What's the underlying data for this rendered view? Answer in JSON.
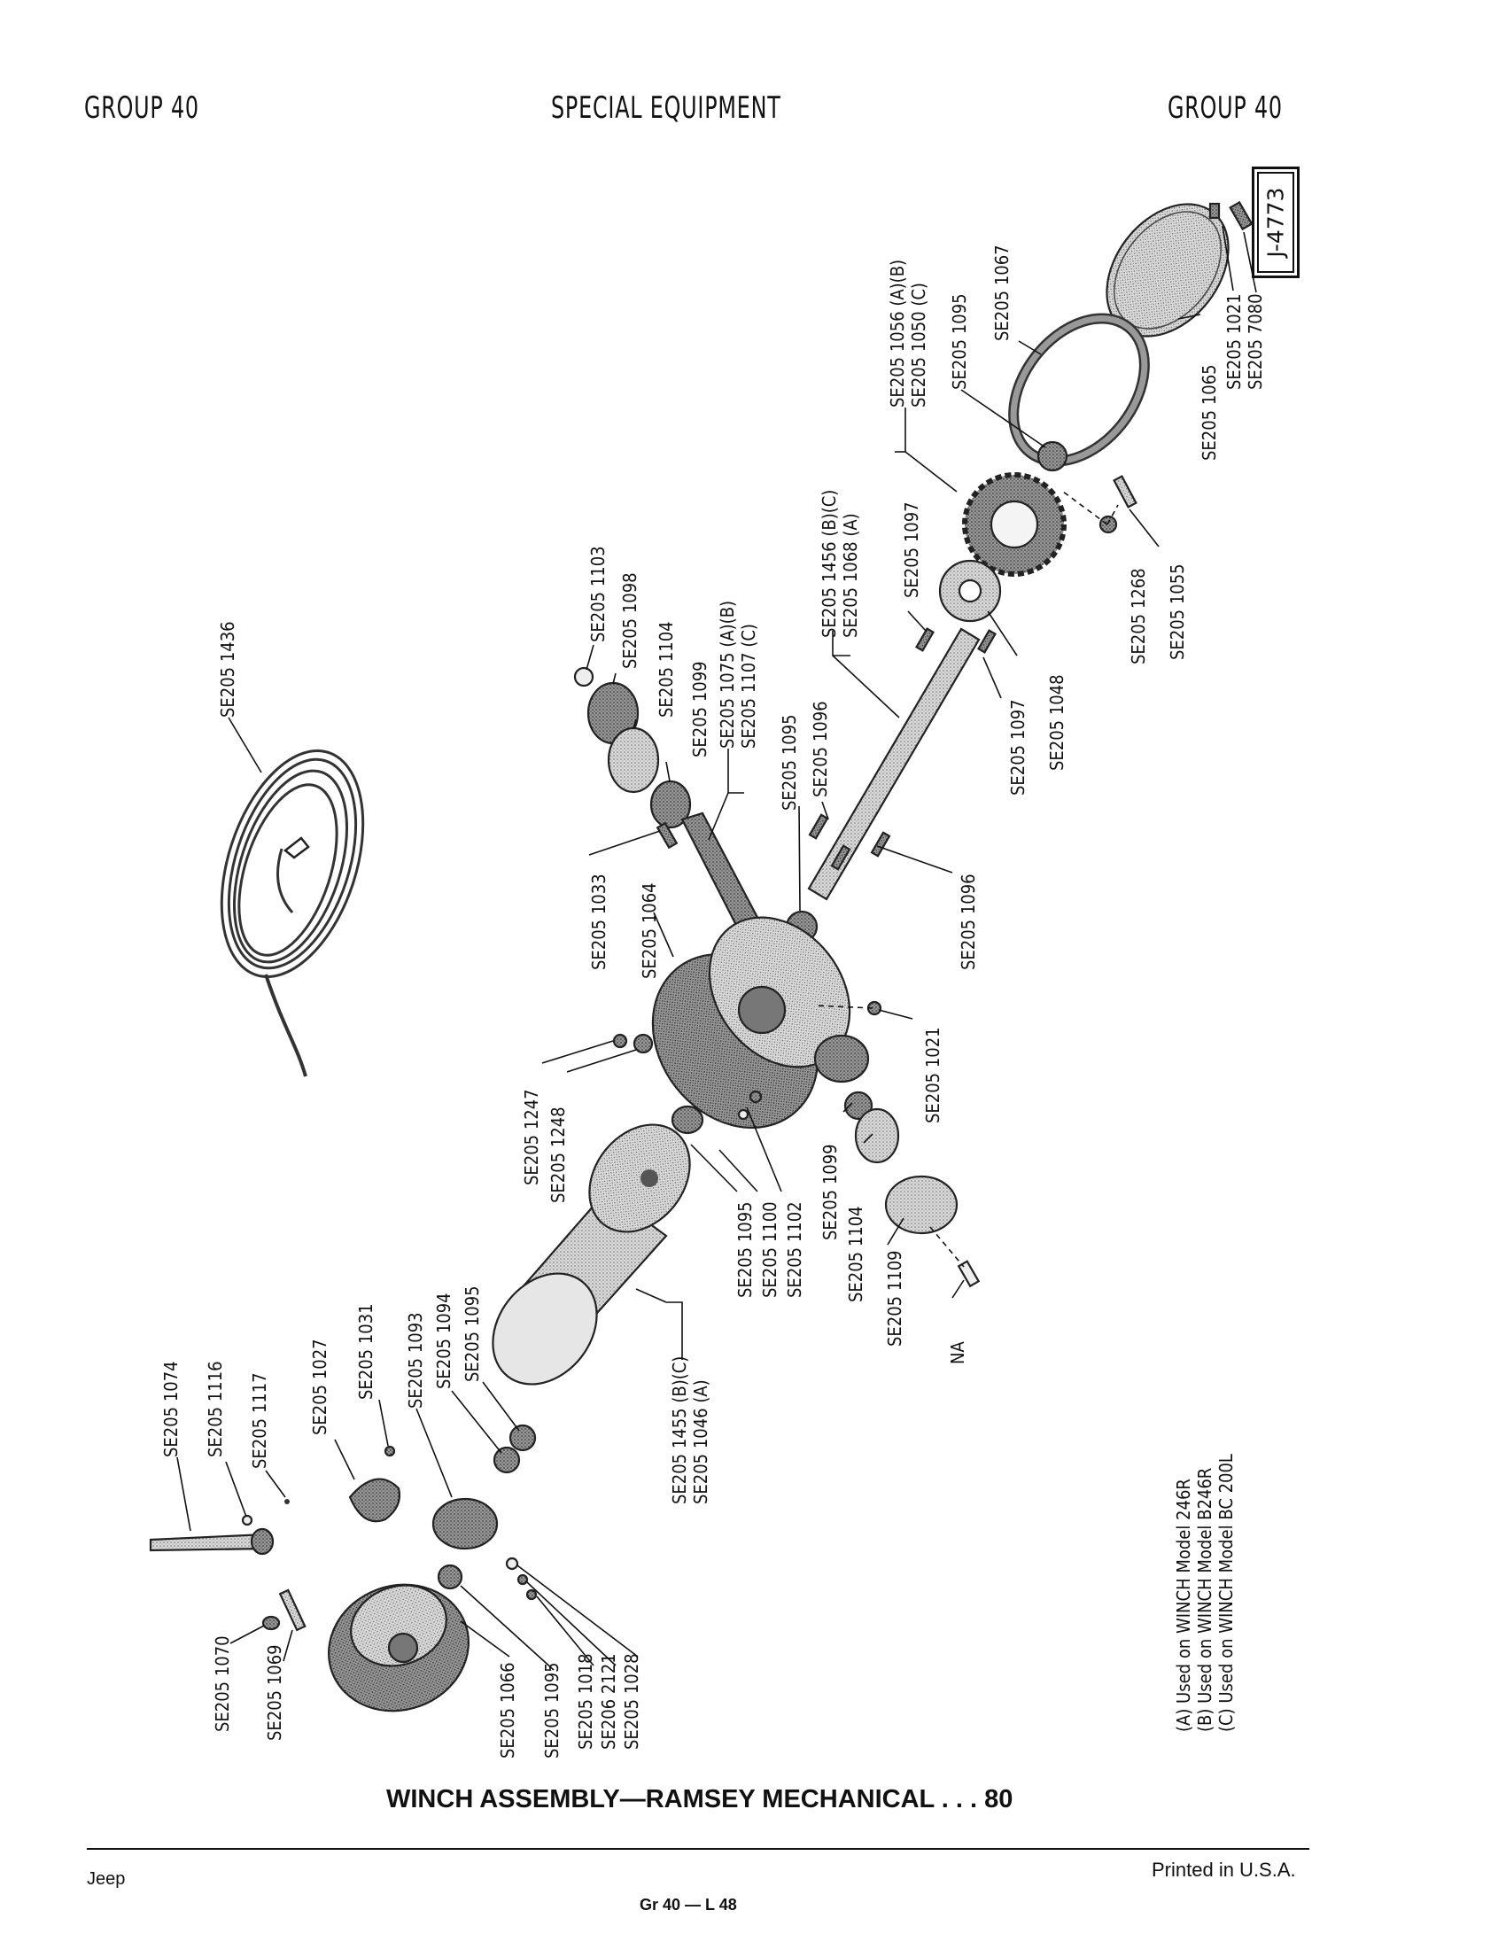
{
  "header": {
    "left": "GROUP 40",
    "center": "SPECIAL EQUIPMENT",
    "right": "GROUP 40"
  },
  "stamp": "J-4773",
  "parts": [
    "SE205 1056 (A)(B)",
    "SE205 1050 (C)",
    "SE205 1095",
    "SE205 1067",
    "SE205 1065",
    "SE205 1021",
    "SE205 7080",
    "SE205 1268",
    "SE205 1055",
    "SE205 1097",
    "SE205 1048",
    "SE205 1097",
    "SE205 1456 (B)(C)",
    "SE205 1068 (A)",
    "SE205 1103",
    "SE205 1098",
    "SE205 1104",
    "SE205 1099",
    "SE205 1075 (A)(B)",
    "SE205 1107 (C)",
    "SE205 1095",
    "SE205 1096",
    "SE205 1096",
    "SE205 1436",
    "SE205 1033",
    "SE205 1064",
    "SE205 1021",
    "SE205 1247",
    "SE205 1248",
    "SE205 1095",
    "SE205 1100",
    "SE205 1102",
    "SE205 1099",
    "SE205 1104",
    "SE205 1109",
    "NA",
    "SE205 1455 (B)(C)",
    "SE205 1046 (A)",
    "SE205 1074",
    "SE205 1116",
    "SE205 1117",
    "SE205 1027",
    "SE205 1031",
    "SE205 1093",
    "SE205 1094",
    "SE205 1095",
    "SE205 1070",
    "SE205 1069",
    "SE205 1066",
    "SE205 1095",
    "SE205 1018",
    "SE206 2121",
    "SE205 1028"
  ],
  "notes": [
    "(A) Used on WINCH Model 246R",
    "(B) Used on WINCH Model B246R",
    "(C) Used on WINCH Model BC 200L"
  ],
  "caption": "WINCH ASSEMBLY—RAMSEY MECHANICAL . . . 80",
  "footer": {
    "left": "Jeep",
    "center": "Gr 40 — L 48",
    "right": "Printed in U.S.A."
  }
}
